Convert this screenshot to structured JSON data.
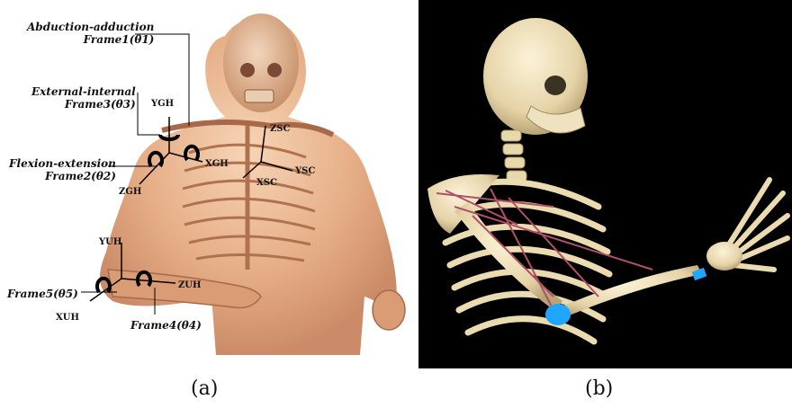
{
  "panel_a": {
    "frames": [
      {
        "title": "Abduction-adduction",
        "frame": "Frame1(θ1)"
      },
      {
        "title": "External-internal",
        "frame": "Frame3(θ3)"
      },
      {
        "title": "Flexion-extension",
        "frame": "Frame2(θ2)"
      },
      {
        "title": "",
        "frame": "Frame5(θ5)"
      },
      {
        "title": "",
        "frame": "Frame4(θ4)"
      }
    ],
    "axes": {
      "y_gh": "YGH",
      "x_gh": "XGH",
      "z_gh": "ZGH",
      "z_sc": "ZSC",
      "y_sc": "YSC",
      "x_sc": "XSC",
      "y_uh": "YUH",
      "z_uh": "ZUH",
      "x_uh": "XUH"
    },
    "caption": "(a)"
  },
  "panel_b": {
    "caption": "(b)"
  }
}
